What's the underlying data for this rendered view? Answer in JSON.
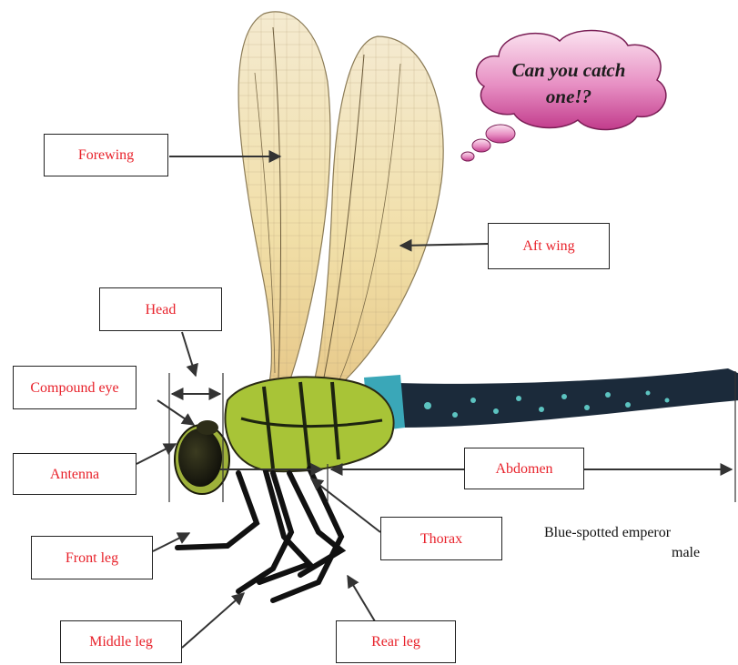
{
  "thought_bubble": {
    "text": "Can you catch one!?"
  },
  "labels": {
    "forewing": "Forewing",
    "aft_wing": "Aft wing",
    "head": "Head",
    "compound_eye": "Compound eye",
    "antenna": "Antenna",
    "abdomen": "Abdomen",
    "thorax": "Thorax",
    "front_leg": "Front leg",
    "middle_leg": "Middle leg",
    "rear_leg": "Rear leg"
  },
  "caption": {
    "line1": "Blue-spotted emperor",
    "line2": "male"
  },
  "colors": {
    "label_text": "#e8222b",
    "bubble": "#d9479b",
    "body_green": "#a8c437",
    "abdomen_dark": "#1b2a3a"
  }
}
